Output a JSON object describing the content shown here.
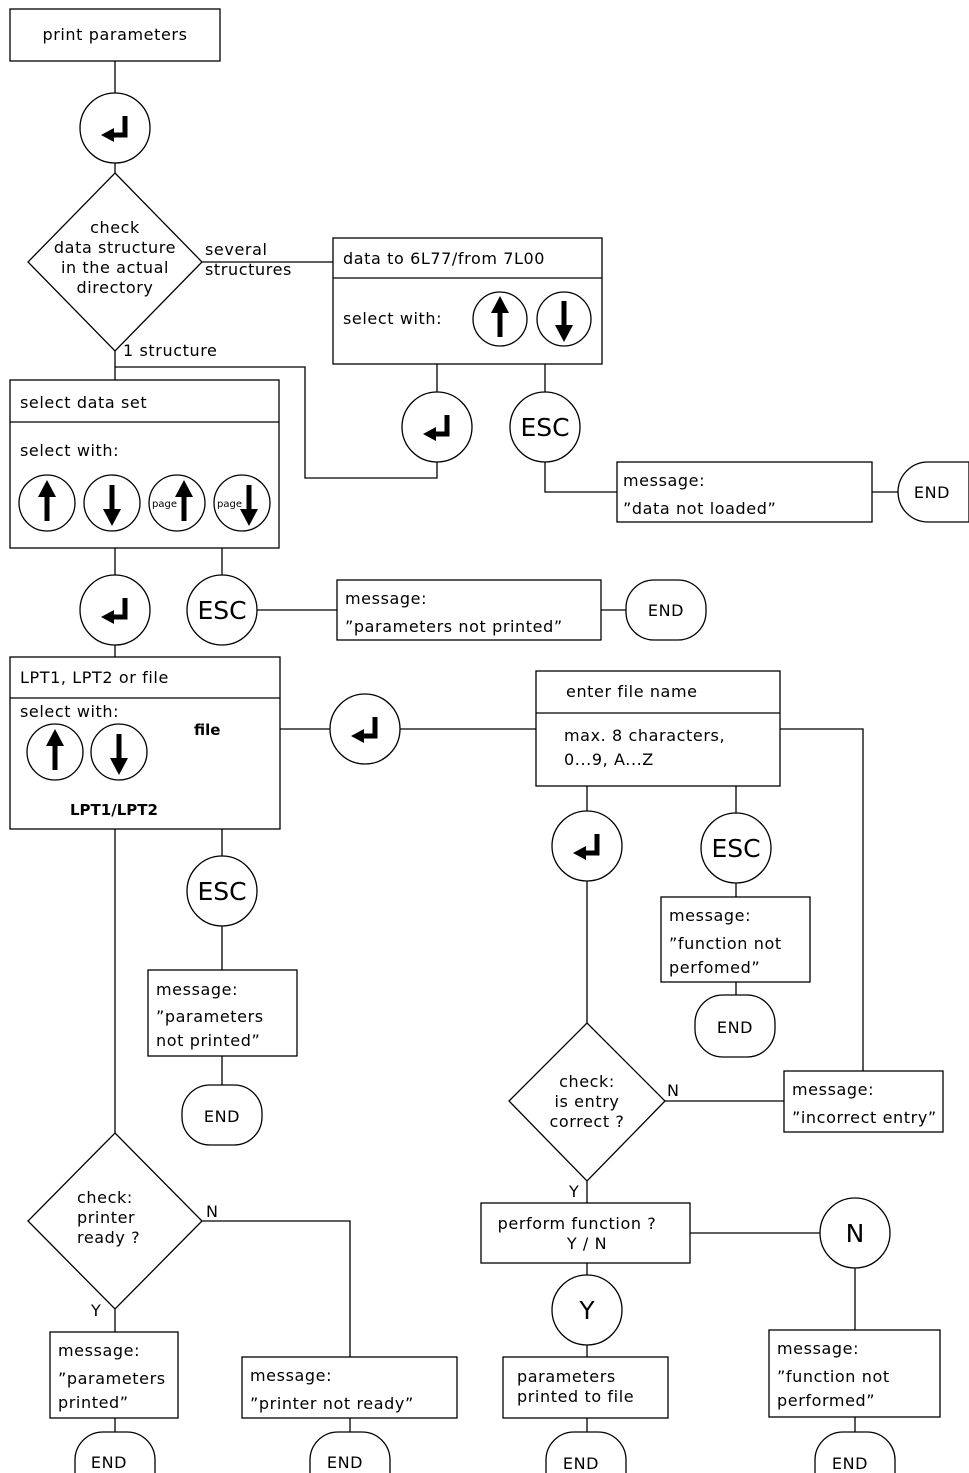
{
  "labels": {
    "print_parameters": "print parameters",
    "check_structure": [
      "check",
      "data structure",
      "in the actual",
      "directory"
    ],
    "several_structures": [
      "several",
      "structures"
    ],
    "one_structure": "1 structure",
    "data_to_from": "data to 6L77/from 7L00",
    "select_with": "select with:",
    "select_data_set": "select data set",
    "page": "page",
    "message": "message:",
    "data_not_loaded": "”data not loaded”",
    "parameters_not_printed_1line": "”parameters not printed”",
    "parameters_not_printed_2line": [
      "”parameters",
      "not printed”"
    ],
    "lpt_or_file": "LPT1, LPT2 or file",
    "file": "file",
    "lpt1_lpt2": "LPT1/LPT2",
    "enter_file_name": "enter file name",
    "max_chars": [
      "max. 8 characters,",
      "0...9, A...Z"
    ],
    "function_not_perfomed": [
      "”function not",
      "perfomed”"
    ],
    "check_entry": [
      "check:",
      "is entry",
      "correct ?"
    ],
    "incorrect_entry": "”incorrect entry”",
    "check_printer": [
      "check:",
      "printer",
      "ready ?"
    ],
    "perform_function": [
      "perform function ?",
      "Y / N"
    ],
    "parameters_printed": [
      "”parameters",
      "printed”"
    ],
    "printer_not_ready": "”printer not ready”",
    "parameters_printed_to_file": [
      "parameters",
      "printed to file"
    ],
    "function_not_performed": [
      "”function not",
      "performed”"
    ],
    "end": "END",
    "esc": "ESC",
    "yes": "Y",
    "no": "N"
  }
}
